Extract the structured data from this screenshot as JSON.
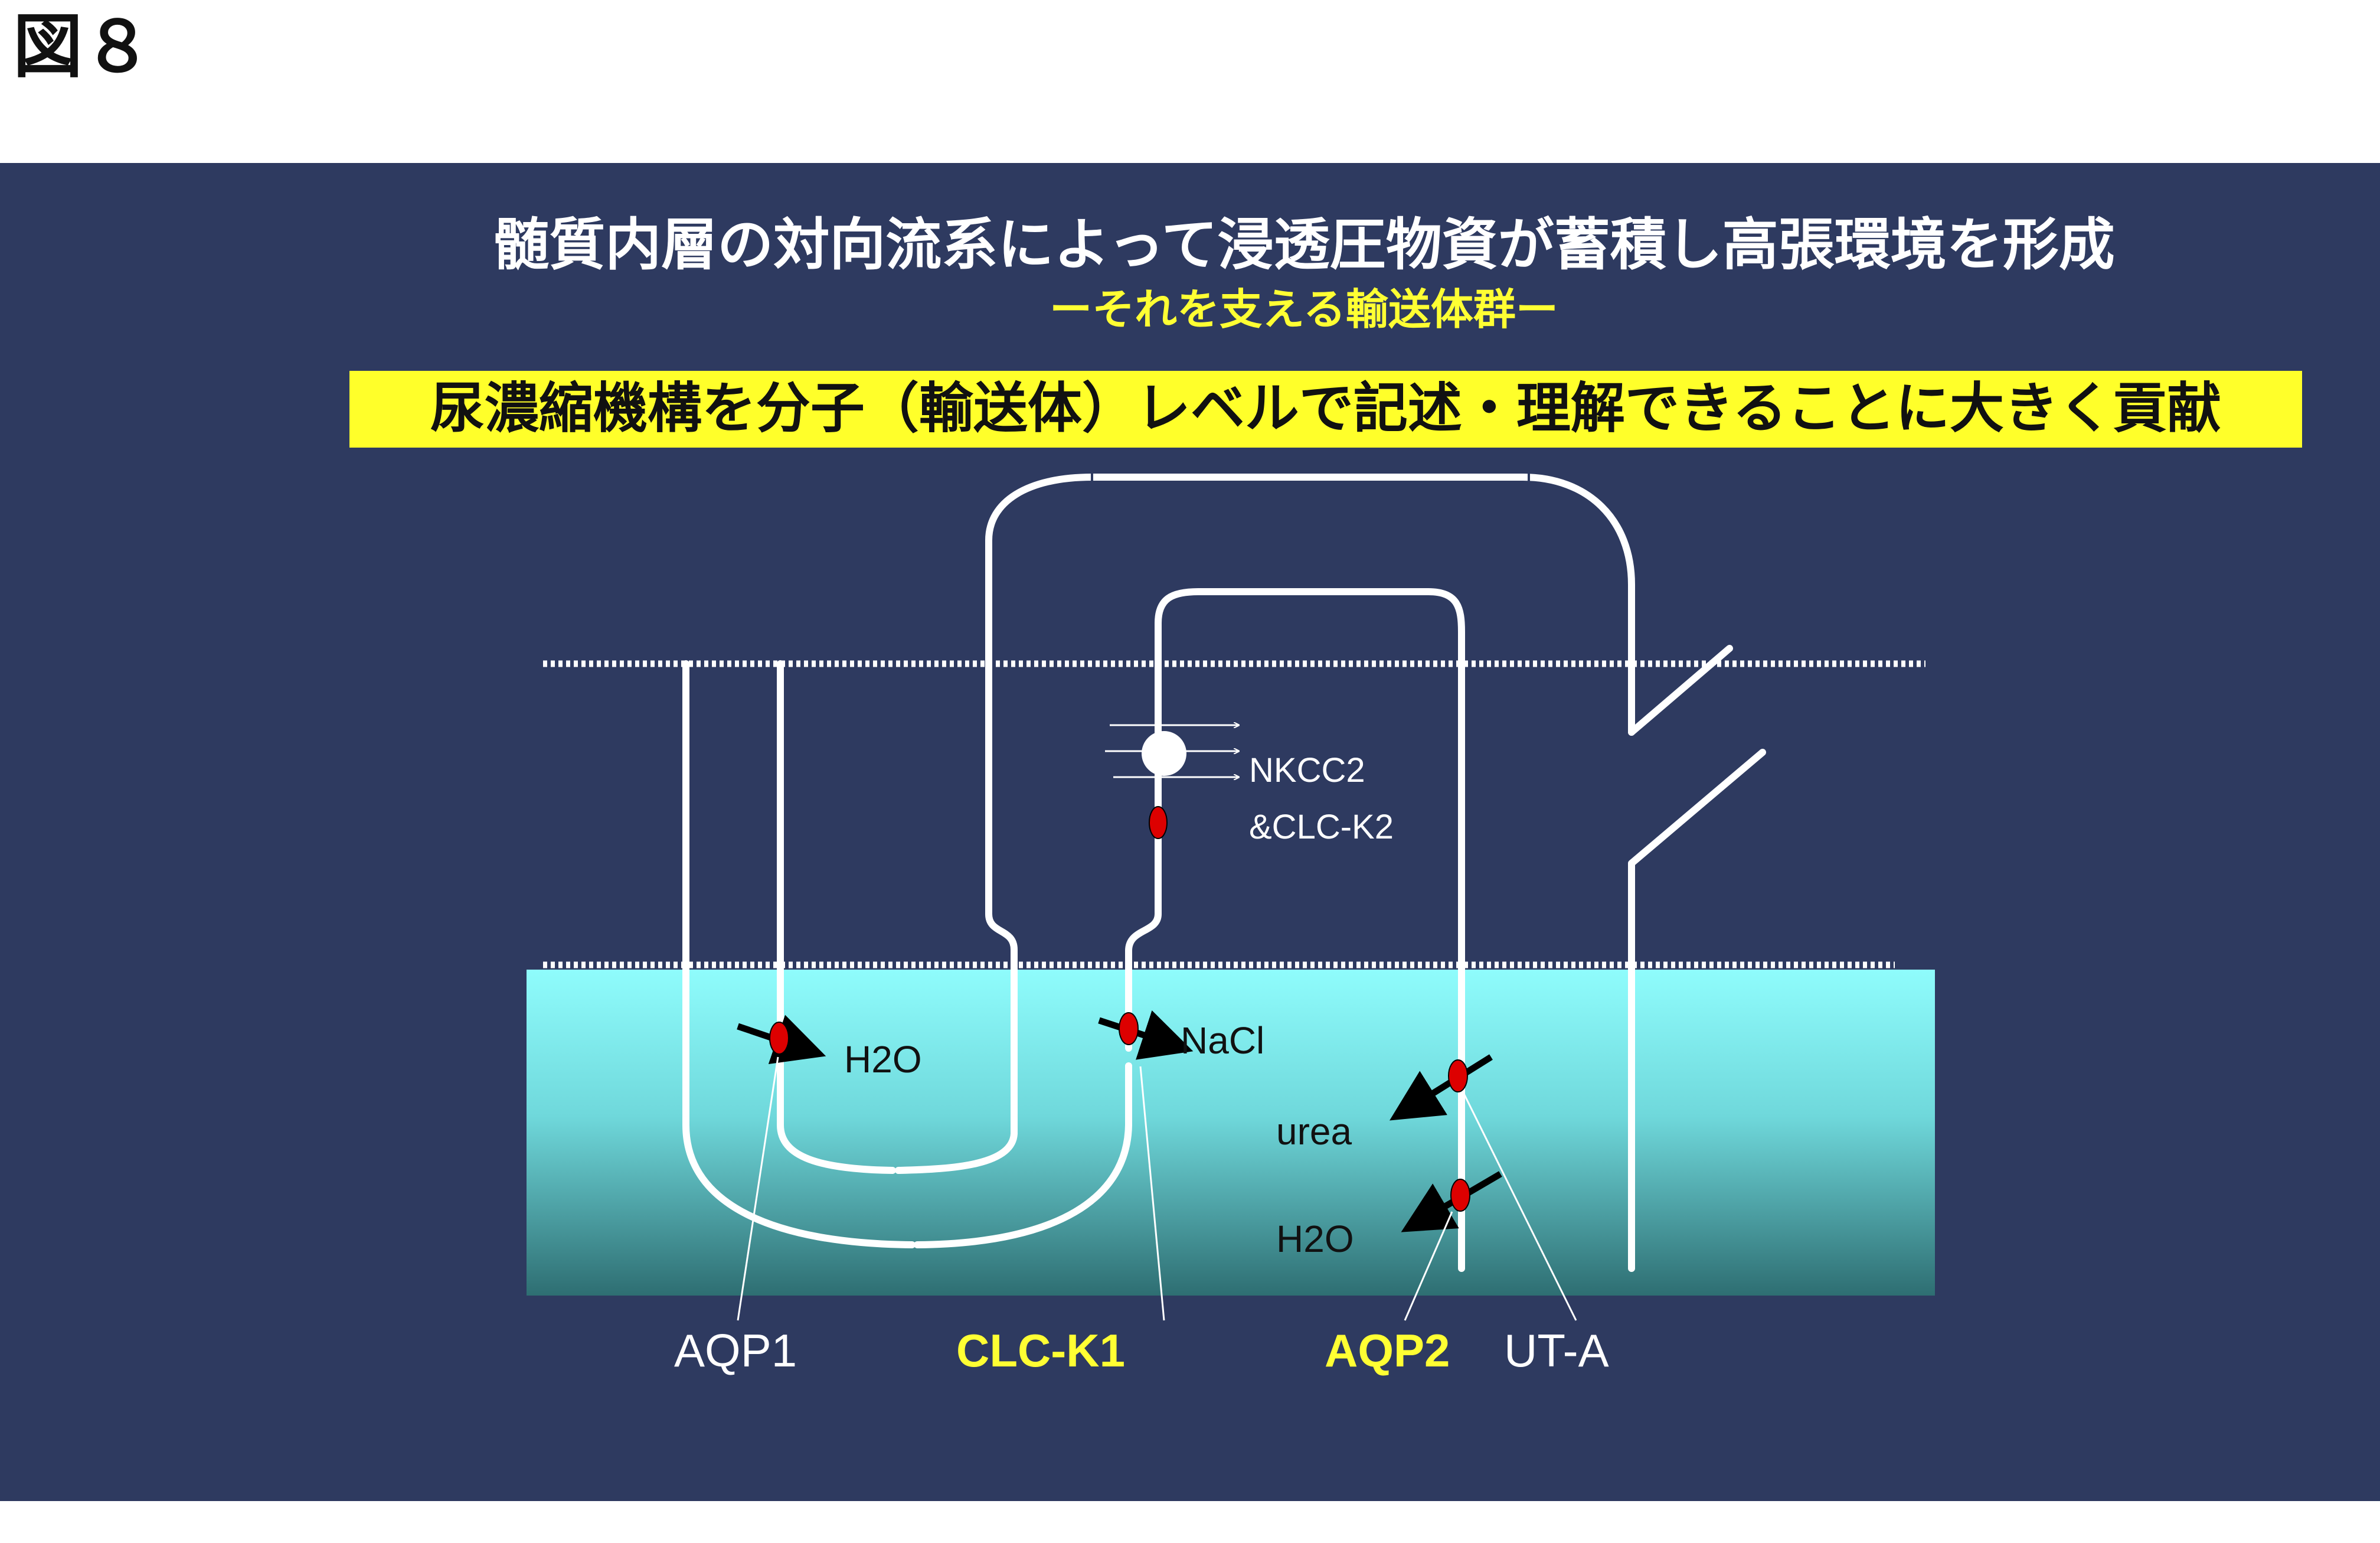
{
  "figure_label": "図８",
  "title": "髄質内層の対向流系によって浸透圧物資が蓄積し高張環境を形成",
  "subtitle": "ーそれを支える輸送体群ー",
  "banner": "尿濃縮機構を分子（輸送体）レベルで記述・理解できることに大きく貢献",
  "colors": {
    "background": "#2e3a60",
    "medulla_top": "#8ffcfc",
    "medulla_bottom": "#2e6e72",
    "highlight": "#ffff33",
    "transporter": "#dd0000"
  },
  "labels": {
    "nkcc2_line1": "NKCC2",
    "nkcc2_line2": "&CLC-K2",
    "h2o_left": "H2O",
    "nacl": "NaCl",
    "urea": "urea",
    "h2o_right": "H2O"
  },
  "bottom_labels": {
    "aqp1": "AQP1",
    "clck1": "CLC-K1",
    "aqp2": "AQP2",
    "uta": "UT-A"
  }
}
